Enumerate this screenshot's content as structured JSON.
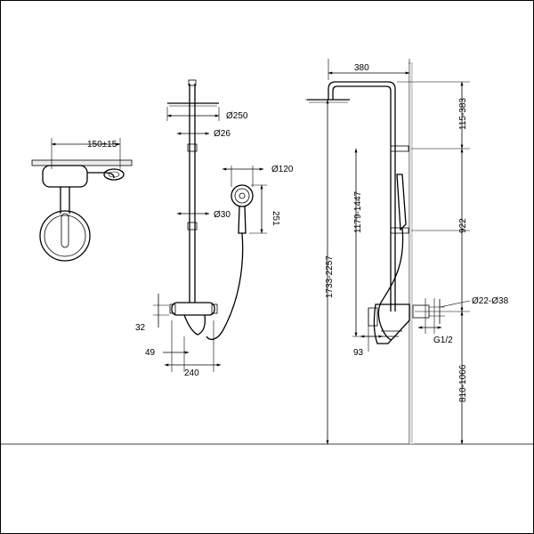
{
  "diagram": {
    "line_color": "#000000",
    "background": "#ffffff",
    "top_view": {
      "spacing_label": "150±15"
    },
    "front_view": {
      "head_diameter_label": "Ø250",
      "pipe_diameter_label": "Ø26",
      "hand_shower_diameter_label": "Ø120",
      "hand_shower_length_label": "251",
      "riser_diameter_label": "Ø30",
      "spout_height_label": "32",
      "spout_depth_label": "49",
      "mixer_width_label": "240"
    },
    "side_view": {
      "projection_label": "380",
      "head_drop_label": "115-383",
      "overall_height_label": "1733-2257",
      "riser_length_label": "1179-1447",
      "bracket_spacing_label": "922",
      "wall_pipe_label": "Ø22-Ø38",
      "thread_label": "G1/2",
      "mixer_offset_label": "93",
      "mixer_height_label": "810-1066"
    }
  }
}
